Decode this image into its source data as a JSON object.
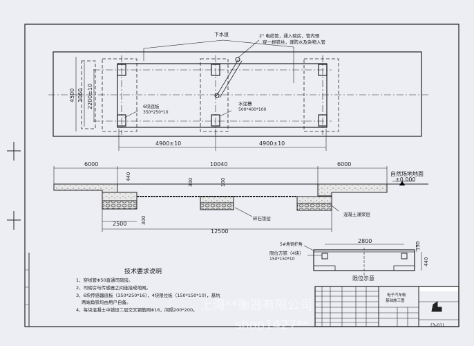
{
  "plan": {
    "label_drain": "下水道",
    "label_cable": "2\" 电缆管，通入磅房，管内预",
    "label_cable2": "穿一根铁丝，谨防水及杂物入管",
    "label_base_plates": "6块底板",
    "label_base_plates_size": "350*250*10",
    "label_cement_trough": "水泥槽",
    "label_cement_trough_size": "500*400*100",
    "dim_4500": "4500",
    "dim_3060": "3060",
    "dim_2200": "2200±10",
    "dim_4900_left": "4900±10",
    "dim_4900_right": "4900±10"
  },
  "section": {
    "dim_6000_left": "6000",
    "dim_10040": "10040",
    "dim_6000_right": "6000",
    "dim_440": "440",
    "dim_300_a": "300",
    "dim_100": "100",
    "dim_2500": "2500",
    "dim_300_b": "300",
    "dim_12500": "12500",
    "label_ground": "自然场地地面",
    "label_level": "±0.000",
    "label_gravel": "碎石垫层",
    "label_concrete": "混凝土灌浆层"
  },
  "limit": {
    "label_angle": "5#角钢护角",
    "label_block": "限位方铁（4块）",
    "label_block_size": "150*150*10",
    "dim_2800": "2800",
    "dim_150": "150",
    "dim_440": "440",
    "title": "限位示意"
  },
  "notes": {
    "title": "技术要求说明",
    "lines": [
      "1、穿线管Φ50直通司磅房。",
      "2、司磅房与传感器之间连接成地网。",
      "3、6块传感器底板（350*250*16），4块限位板（150*150*10），基坑",
      "两端角铁均由用户自备。",
      "4、每块混凝土中铺设二层交叉钢筋网Φ16，间隔200*200。"
    ]
  },
  "title_block": {
    "drawing_name_1": "电子汽车衡",
    "drawing_name_2": "基础施工图",
    "drawing_number": "(3-01)"
  },
  "watermark": {
    "line1": "上海**衡器有限公司",
    "line2": "shop1427**"
  }
}
